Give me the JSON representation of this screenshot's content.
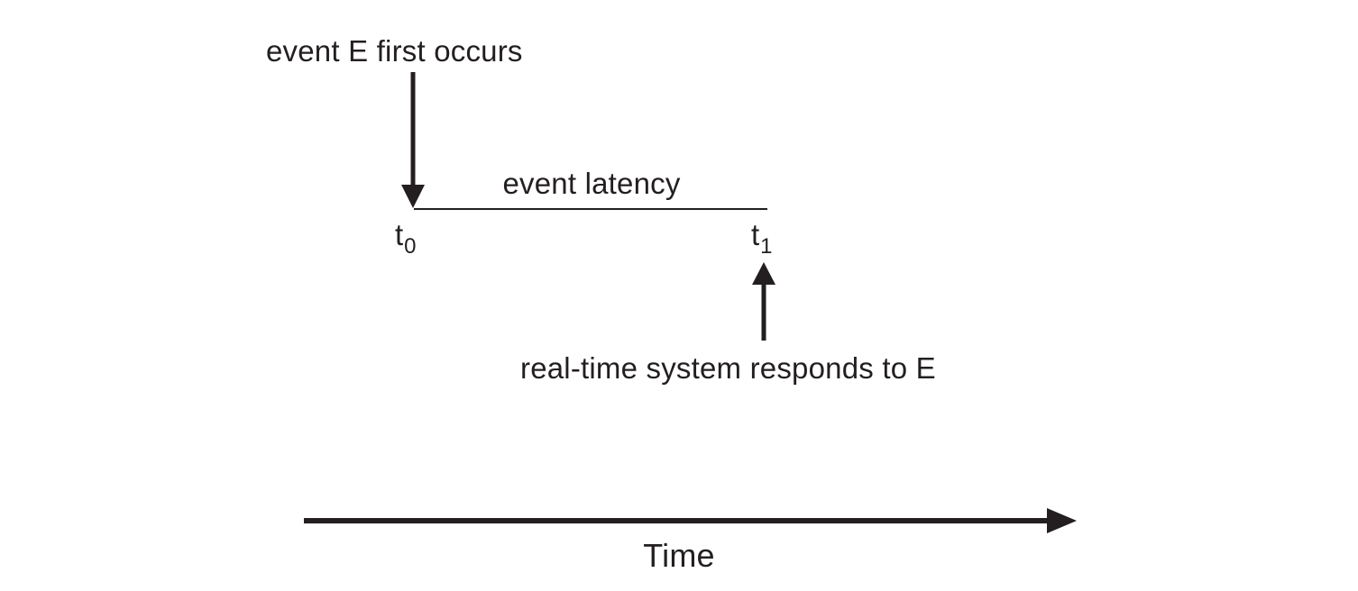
{
  "colors": {
    "ink": "#231f20",
    "background": "#ffffff"
  },
  "figure": {
    "event_occurs_label": "event E first occurs",
    "event_latency_label": "event latency",
    "t0": {
      "base": "t",
      "sub": "0"
    },
    "t1": {
      "base": "t",
      "sub": "1"
    },
    "system_responds_label": "real-time system responds to E",
    "time_axis_label": "Time"
  },
  "icons": {
    "event_occurs_arrow": "down-arrow",
    "system_responds_arrow": "up-arrow",
    "time_axis_arrow": "right-arrow"
  }
}
